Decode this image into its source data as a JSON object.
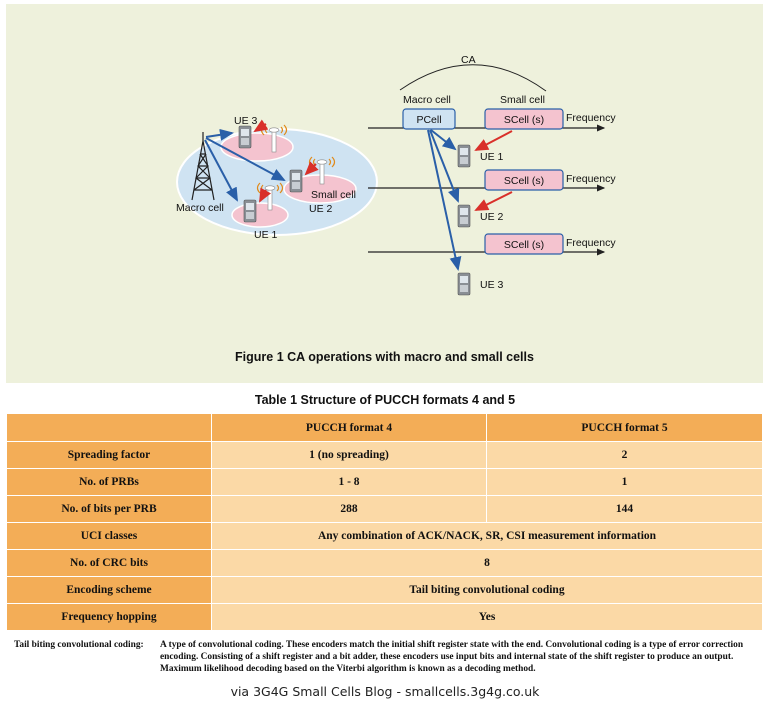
{
  "figure": {
    "caption": "Figure 1    CA operations with macro and small cells",
    "left_diagram": {
      "macro_cell_label": "Macro cell",
      "small_cell_label": "Small cell",
      "ue_labels": [
        "UE 3",
        "UE 2",
        "UE 1"
      ]
    },
    "right_diagram": {
      "ca_label": "CA",
      "macro_cell_label": "Macro cell",
      "small_cell_label": "Small cell",
      "pcell_label": "PCell",
      "scell_label": "SCell (s)",
      "frequency_label": "Frequency",
      "ue_labels": [
        "UE 1",
        "UE 2",
        "UE 3"
      ]
    },
    "colors": {
      "background": "#eef1dc",
      "macro_area": "#cfe3f2",
      "small_area": "#f4c3cf",
      "arrow_blue": "#2a5fa8",
      "arrow_red": "#d9302a"
    }
  },
  "table": {
    "title": "Table 1    Structure of PUCCH formats 4 and 5",
    "headers": [
      "",
      "PUCCH format 4",
      "PUCCH format 5"
    ],
    "rows": [
      {
        "label": "Spreading factor",
        "values": [
          "1 (no spreading)",
          "2"
        ]
      },
      {
        "label": "No. of PRBs",
        "values": [
          "1 - 8",
          "1"
        ]
      },
      {
        "label": "No. of bits per PRB",
        "values": [
          "288",
          "144"
        ]
      },
      {
        "label": "UCI classes",
        "merged": "Any combination of ACK/NACK, SR, CSI measurement information"
      },
      {
        "label": "No. of CRC bits",
        "merged": "8"
      },
      {
        "label": "Encoding scheme",
        "merged": "Tail biting convolutional coding"
      },
      {
        "label": "Frequency hopping",
        "merged": "Yes"
      }
    ],
    "colors": {
      "header": "#f3ad57",
      "cell": "#fbd9a6"
    }
  },
  "note": {
    "term": "Tail biting convolutional coding:",
    "definition": "A type of convolutional coding. These encoders match the initial shift register state with the end. Convolutional coding is a type of error correction encoding. Consisting of a shift register and a bit adder, these encoders use input bits and internal state of the shift register to produce an output. Maximum likelihood decoding based on the Viterbi algorithm is known as a decoding method."
  },
  "credit": "via 3G4G Small Cells Blog - smallcells.3g4g.co.uk"
}
